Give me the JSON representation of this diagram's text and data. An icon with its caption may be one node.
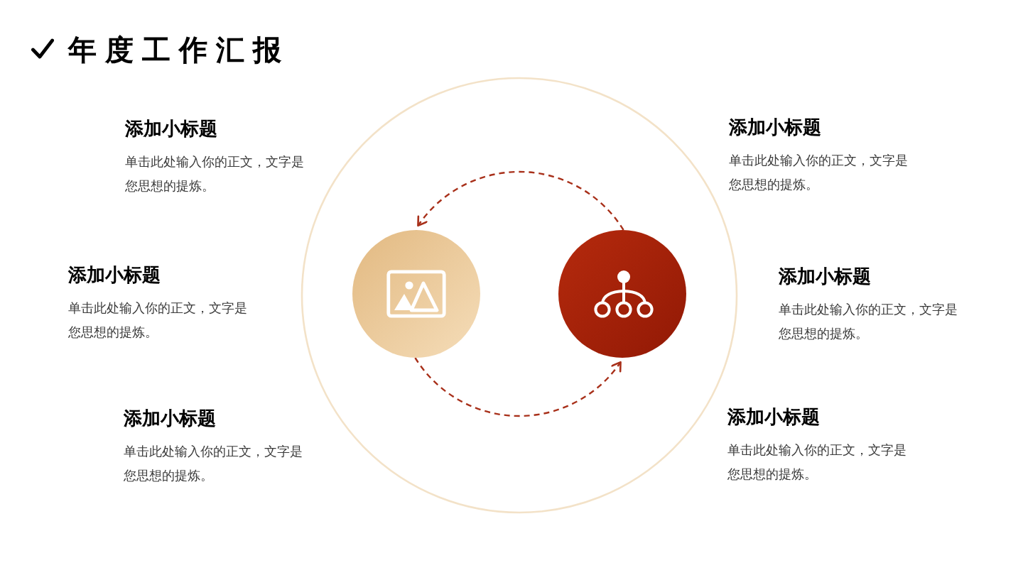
{
  "diagram": {
    "title": "年度工作汇报",
    "nodes": [
      {
        "text": [],
        "shape": "circle"
      },
      {
        "text": [],
        "shape": "circle"
      }
    ],
    "edges": [
      {
        "from": 1,
        "to": 0,
        "arrow": "to",
        "style": "dashed"
      },
      {
        "from": 0,
        "to": 1,
        "arrow": "to",
        "style": "dashed"
      }
    ],
    "labels": [
      "添加小标题",
      "单击此处输入你的正文，文字是您思想的提炼。",
      "添加小标题",
      "单击此处输入你的正文，文字是您思想的提炼。",
      "添加小标题",
      "单击此处输入你的正文，文字是您思想的提炼。",
      "添加小标题",
      "单击此处输入你的正文，文字是您思想的提炼。",
      "添加小标题",
      "单击此处输入你的正文，文字是您思想的提炼。",
      "添加小标题",
      "单击此处输入你的正文，文字是您思想的提炼。"
    ]
  }
}
